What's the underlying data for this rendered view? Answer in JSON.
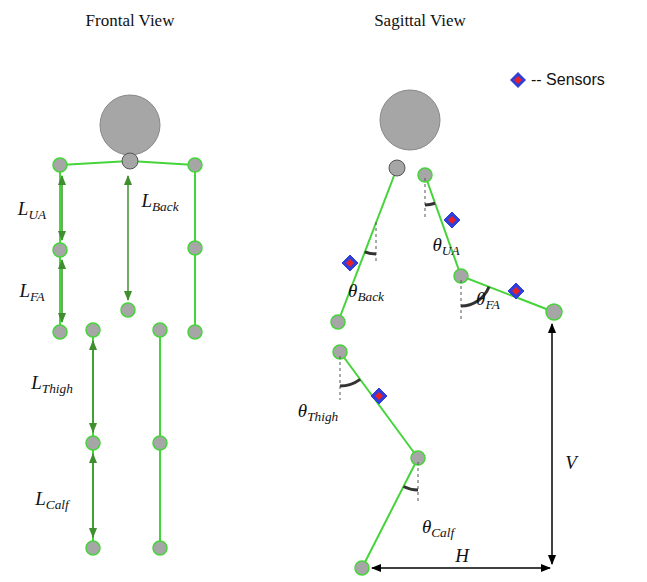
{
  "diagram": {
    "labels": [
      "Frontal View",
      "Sagittal View",
      "LUA",
      "LFA",
      "LBack",
      "LThigh",
      "LCalf",
      "θUA",
      "θBack",
      "θFA",
      "θThigh",
      "θCalf",
      "V",
      "H"
    ],
    "legend": [
      {
        "text": "-- Sensors"
      }
    ]
  }
}
